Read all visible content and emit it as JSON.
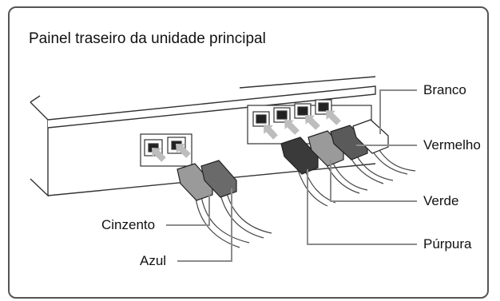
{
  "title": "Painel traseiro da unidade principal",
  "labels": {
    "branco": "Branco",
    "vermelho": "Vermelho",
    "verde": "Verde",
    "purpura": "Púrpura",
    "cinzento": "Cinzento",
    "azul": "Azul"
  },
  "plug_colors": {
    "branco": "#ffffff",
    "vermelho": "#5a5a5a",
    "verde": "#9a9a9a",
    "purpura": "#3a3a3a",
    "cinzento": "#9a9a9a",
    "azul": "#6a6a6a"
  },
  "arrow_color": "#bdbdbd",
  "leader_color": "#8c8c8c"
}
